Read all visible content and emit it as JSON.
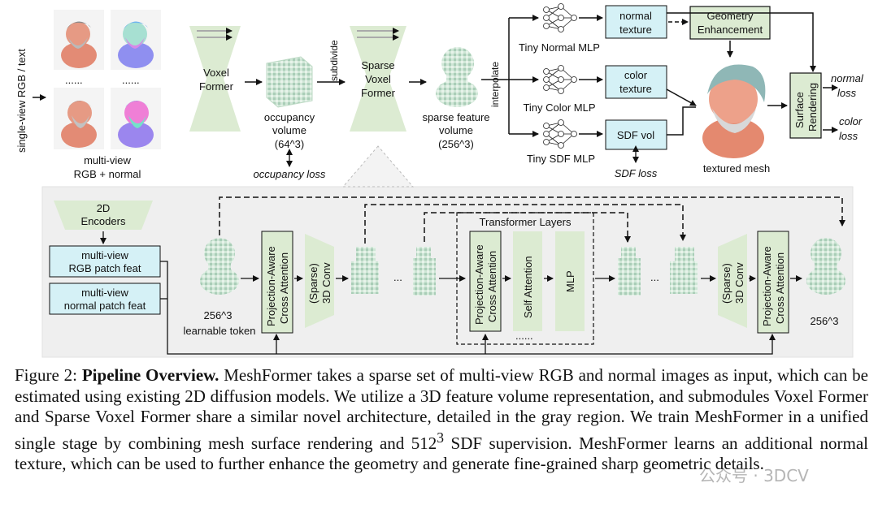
{
  "figure": {
    "input": {
      "side_label": "single-view RGB / text",
      "dots_top_left": "......",
      "dots_top_right": "......",
      "multiview_line1": "multi-view",
      "multiview_line2": "RGB + normal"
    },
    "voxel_former": {
      "line1": "Voxel",
      "line2": "Former"
    },
    "occupancy": {
      "line1": "occupancy",
      "line2": "volume",
      "line3": "(64^3)",
      "loss": "occupancy loss"
    },
    "subdivide": "subdivide",
    "sparse_former": {
      "line1": "Sparse",
      "line2": "Voxel",
      "line3": "Former"
    },
    "sparse_feature": {
      "line1": "sparse feature",
      "line2": "volume",
      "line3": "(256^3)"
    },
    "interpolate": "interpolate",
    "mlps": {
      "normal": "Tiny Normal MLP",
      "color": "Tiny Color MLP",
      "sdf": "Tiny SDF MLP"
    },
    "outputs": {
      "normal_line1": "normal",
      "normal_line2": "texture",
      "color_line1": "color",
      "color_line2": "texture",
      "sdf": "SDF vol",
      "sdf_loss": "SDF loss"
    },
    "geometry": {
      "line1": "Geometry",
      "line2": "Enhancement"
    },
    "textured_mesh": "textured mesh",
    "surface_rendering": {
      "line1": "Surface",
      "line2": "Rendering"
    },
    "losses": {
      "normal_line1": "normal",
      "normal_line2": "loss",
      "color_line1": "color",
      "color_line2": "loss"
    },
    "detail": {
      "encoders_line1": "2D",
      "encoders_line2": "Encoders",
      "rgb_patch_line1": "multi-view",
      "rgb_patch_line2": "RGB patch feat",
      "normal_patch_line1": "multi-view",
      "normal_patch_line2": "normal patch feat",
      "token_line1": "256^3",
      "token_line2": "learnable token",
      "pa_attn_line1": "Projection-Aware",
      "pa_attn_line2": "Cross Attention",
      "conv_line1": "(Sparse)",
      "conv_line2": "3D Conv",
      "ellipsis": "...",
      "transformer_title": "Transformer Layers",
      "self_attention": "Self Attention",
      "mlp": "MLP",
      "dots": "......",
      "out_res": "256^3"
    }
  },
  "caption": {
    "prefix": "Figure 2: ",
    "bold": "Pipeline Overview.",
    "text_a": " MeshFormer takes a sparse set of multi-view RGB and normal images as input, which can be estimated using existing 2D diffusion models. We utilize a 3D feature volume representation, and submodules Voxel Former and Sparse Voxel Former share a similar novel architecture, detailed in the gray region. We train MeshFormer in a unified single stage by combining mesh surface rendering and ",
    "sup_base": "512",
    "sup_exp": "3",
    "text_b": " SDF supervision. MeshFormer learns an additional normal texture, which can be used to further enhance the geometry and generate fine-grained sharp geometric details."
  },
  "watermark": "公众号 · 3DCV",
  "colors": {
    "mint": "#dcebd2",
    "cyan": "#d5f1f6",
    "panel": "#efefef",
    "skin": "#e8907a",
    "hair": "#8a8a8a",
    "voxel": "#c9e3cf"
  }
}
